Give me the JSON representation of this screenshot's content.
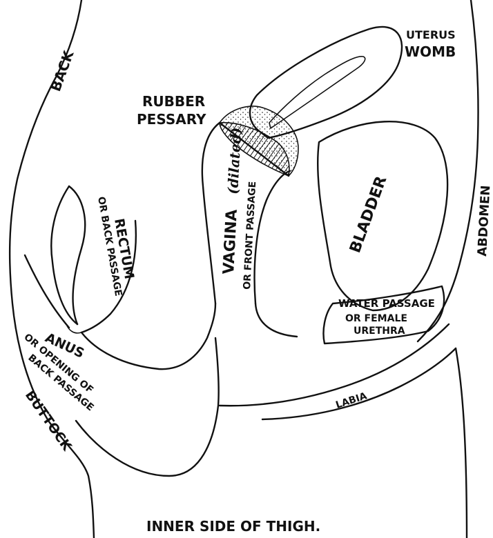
{
  "labels": {
    "back": "BACK",
    "uterus": "UTERUS",
    "womb": "WOMB",
    "rubber": "RUBBER",
    "pessary": "PESSARY",
    "rectum": "RECTUM",
    "back_passage": "OR BACK PASSAGE",
    "vagina": "VAGINA",
    "dilated": "(dilated)",
    "front_passage": "OR FRONT PASSAGE",
    "bladder": "BLADDER",
    "abdomen": "ABDOMEN",
    "water_passage": "WATER PASSAGE",
    "or_female": "OR FEMALE",
    "urethra": "URETHRA",
    "anus": "ANUS",
    "or_opening_of": "OR OPENING OF",
    "back_passage_2": "BACK PASSAGE",
    "labia": "LABIA",
    "buttock": "BUTTOCK",
    "inner_thigh": "INNER SIDE OF THIGH."
  },
  "colors": {
    "ink": "#111111",
    "paper": "#ffffff"
  }
}
